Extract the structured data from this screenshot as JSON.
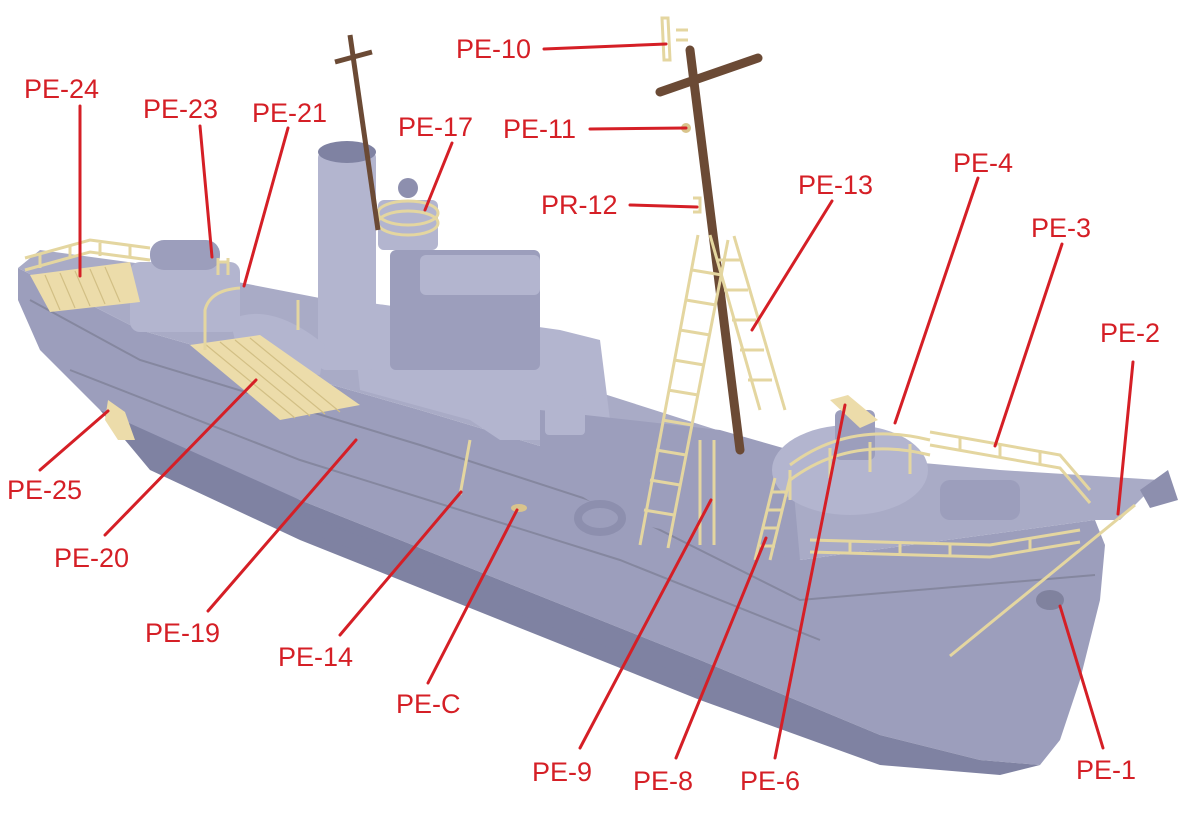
{
  "callouts": [
    {
      "id": "pe-24",
      "text": "PE-24"
    },
    {
      "id": "pe-23",
      "text": "PE-23"
    },
    {
      "id": "pe-21",
      "text": "PE-21"
    },
    {
      "id": "pe-17",
      "text": "PE-17"
    },
    {
      "id": "pe-10",
      "text": "PE-10"
    },
    {
      "id": "pe-11",
      "text": "PE-11"
    },
    {
      "id": "pr-12",
      "text": "PR-12"
    },
    {
      "id": "pe-13",
      "text": "PE-13"
    },
    {
      "id": "pe-4",
      "text": "PE-4"
    },
    {
      "id": "pe-3",
      "text": "PE-3"
    },
    {
      "id": "pe-2",
      "text": "PE-2"
    },
    {
      "id": "pe-25",
      "text": "PE-25"
    },
    {
      "id": "pe-20",
      "text": "PE-20"
    },
    {
      "id": "pe-19",
      "text": "PE-19"
    },
    {
      "id": "pe-14",
      "text": "PE-14"
    },
    {
      "id": "pe-c",
      "text": "PE-C"
    },
    {
      "id": "pe-9",
      "text": "PE-9"
    },
    {
      "id": "pe-8",
      "text": "PE-8"
    },
    {
      "id": "pe-6",
      "text": "PE-6"
    },
    {
      "id": "pe-1",
      "text": "PE-1"
    }
  ],
  "colors": {
    "label": "#d51f26",
    "hull": "#9c9ebc",
    "photo_etch": "#ecdcaa",
    "mast": "#6b4a35"
  }
}
